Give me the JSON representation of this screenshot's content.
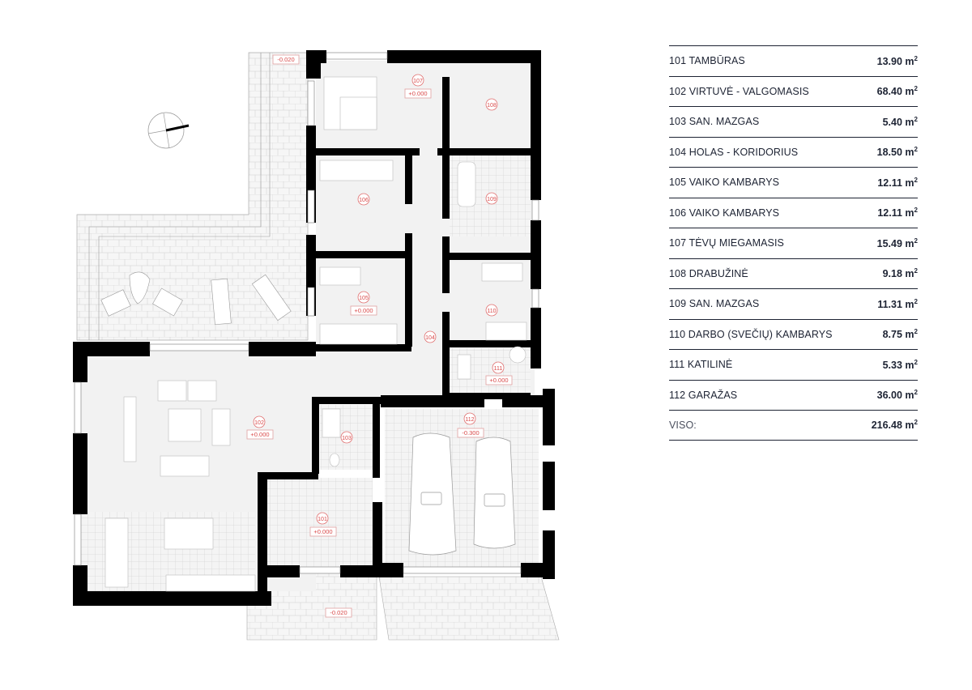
{
  "legend": {
    "rooms": [
      {
        "id": "101",
        "name": "101 TAMBŪRAS",
        "area": "13.90",
        "unit": "m",
        "sup": "2"
      },
      {
        "id": "102",
        "name": "102 VIRTUVĖ - VALGOMASIS",
        "area": "68.40",
        "unit": "m",
        "sup": "2"
      },
      {
        "id": "103",
        "name": "103 SAN. MAZGAS",
        "area": "5.40",
        "unit": "m",
        "sup": "2"
      },
      {
        "id": "104",
        "name": "104 HOLAS - KORIDORIUS",
        "area": "18.50",
        "unit": "m",
        "sup": "2"
      },
      {
        "id": "105",
        "name": "105 VAIKO KAMBARYS",
        "area": "12.11",
        "unit": "m",
        "sup": "2"
      },
      {
        "id": "106",
        "name": "106 VAIKO KAMBARYS",
        "area": "12.11",
        "unit": "m",
        "sup": "2"
      },
      {
        "id": "107",
        "name": "107 TĖVŲ MIEGAMASIS",
        "area": "15.49",
        "unit": "m",
        "sup": "2"
      },
      {
        "id": "108",
        "name": "108 DRABUŽINĖ",
        "area": "9.18",
        "unit": "m",
        "sup": "2"
      },
      {
        "id": "109",
        "name": "109 SAN. MAZGAS",
        "area": "11.31",
        "unit": "m",
        "sup": "2"
      },
      {
        "id": "110",
        "name": "110 DARBO (SVEČIŲ) KAMBARYS",
        "area": "8.75",
        "unit": "m",
        "sup": "2"
      },
      {
        "id": "111",
        "name": "111 KATILINĖ",
        "area": "5.33",
        "unit": "m",
        "sup": "2"
      },
      {
        "id": "112",
        "name": "112 GARAŽAS",
        "area": "36.00",
        "unit": "m",
        "sup": "2"
      }
    ],
    "total": {
      "name": "VISO:",
      "area": "216.48",
      "unit": "m",
      "sup": "2"
    }
  },
  "plan": {
    "labels": {
      "r101": "101",
      "r102": "102",
      "r103": "103",
      "r104": "104",
      "r105": "105",
      "r106": "106",
      "r107": "107",
      "r108": "108",
      "r109": "109",
      "r110": "110",
      "r111": "111",
      "r112": "112"
    },
    "levels": {
      "terrace": "-0.020",
      "entrance": "-0.020",
      "r101": "+0.000",
      "r102": "+0.000",
      "r105": "+0.000",
      "r107": "+0.000",
      "r111": "+0.000",
      "r112": "-0.300"
    },
    "colors": {
      "wall": "#000000",
      "floor": "#f2f2f2",
      "label": "#d94a4a",
      "text": "#1d2333"
    }
  }
}
